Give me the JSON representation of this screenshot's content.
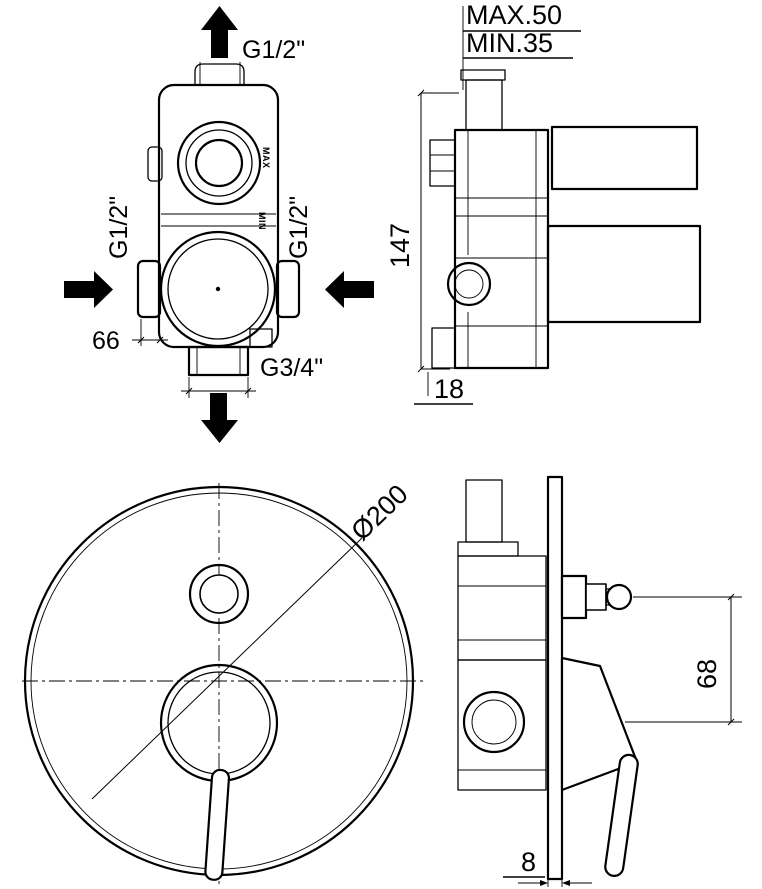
{
  "drawing": {
    "background": "#ffffff",
    "line_color": "#000000",
    "views": {
      "front_rough_in": {
        "top_port_label": "G1/2\"",
        "left_port_label": "G1/2\"",
        "right_port_label": "G1/2\"",
        "bottom_port_label": "G3/4\"",
        "offset_dim": "66",
        "max_marking": "MAX",
        "min_marking": "MIN"
      },
      "side_rough_in": {
        "max_depth_label": "MAX.50",
        "min_depth_label": "MIN.35",
        "height_dim": "147",
        "depth_dim": "18"
      },
      "front_trim": {
        "plate_diameter": "Ø200"
      },
      "side_trim": {
        "handle_offset_dim": "68",
        "plate_thickness_dim": "8"
      }
    }
  }
}
